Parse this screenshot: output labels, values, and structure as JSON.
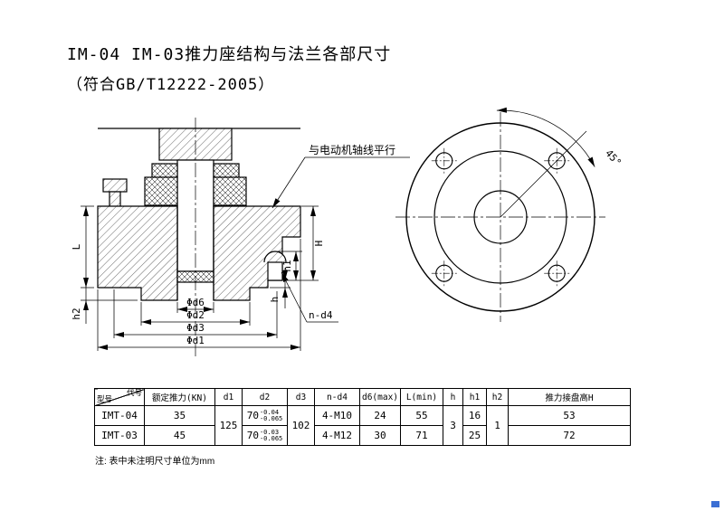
{
  "colors": {
    "line": "#000000",
    "background": "#ffffff",
    "corner_mark": "#3b6fd4"
  },
  "page": {
    "title_line1": "IM-04 IM-03推力座结构与法兰各部尺寸",
    "title_line2": "（符合GB/T12222-2005）",
    "note": "注: 表中未注明尺寸单位为mm"
  },
  "section_view": {
    "dim_labels": {
      "L": "L",
      "h2": "h2",
      "H": "H",
      "h1": "h1",
      "h": "h",
      "d6": "Φd6",
      "d2": "Φd2",
      "d3": "Φd3",
      "d1": "Φd1",
      "n_d4": "n-d4"
    }
  },
  "flange_view": {
    "leader_note": "与电动机轴线平行",
    "angle_label": "45°"
  },
  "table": {
    "header": {
      "code": "代号",
      "model": "型号",
      "rated_thrust": "额定推力(KN)",
      "d1": "d1",
      "d2": "d2",
      "d3": "d3",
      "n_d4": "n-d4",
      "d6_max": "d6(max)",
      "l_min": "L(min)",
      "h": "h",
      "h1": "h1",
      "h2": "h2",
      "thrust_plate_height": "推力接盘高H"
    },
    "merged": {
      "d1": "125",
      "d3": "102",
      "h": "3",
      "h2": "1"
    },
    "rows": [
      {
        "model": "IMT-04",
        "rated_thrust": "35",
        "d2_base": "70",
        "d2_upper": "-0.04",
        "d2_lower": "-0.065",
        "n_d4": "4-M10",
        "d6_max": "24",
        "l_min": "55",
        "h1": "16",
        "thrust_plate_height": "53"
      },
      {
        "model": "IMT-03",
        "rated_thrust": "45",
        "d2_base": "70",
        "d2_upper": "-0.03",
        "d2_lower": "-0.065",
        "n_d4": "4-M12",
        "d6_max": "30",
        "l_min": "71",
        "h1": "25",
        "thrust_plate_height": "72"
      }
    ]
  }
}
